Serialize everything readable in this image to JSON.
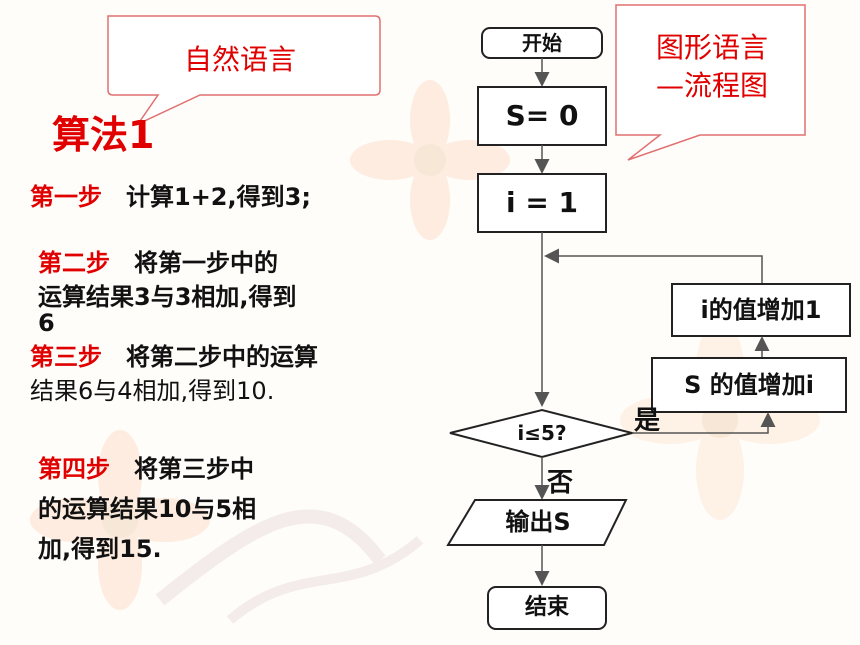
{
  "callouts": {
    "natural_language": "自然语言",
    "graphic_language_line1": "图形语言",
    "graphic_language_line2": "—流程图"
  },
  "algorithm": {
    "title": "算法1",
    "steps": [
      {
        "label": "第一步",
        "text": "计算1+2,得到3;"
      },
      {
        "label": "第二步",
        "text_line1": "将第一步中的",
        "text_line2": "运算结果3与3相加,得到",
        "text_line3": "6"
      },
      {
        "label": "第三步",
        "text_line1": "将第二步中的运算",
        "text_line2": "结果6与4相加,得到10."
      },
      {
        "label": "第四步",
        "text_line1": "将第三步中",
        "text_line2": "的运算结果10与5相",
        "text_line3": "加,得到15."
      }
    ]
  },
  "flowchart": {
    "start": "开始",
    "init_s": "S= 0",
    "init_i": "i = 1",
    "increment_i": "i的值增加1",
    "increment_s": "S 的值增加i",
    "condition": "i≤5?",
    "yes_label": "是",
    "no_label": "否",
    "output": "输出S",
    "end": "结束"
  },
  "colors": {
    "accent": "#e00000",
    "text": "#111111",
    "arrow": "#555555"
  }
}
